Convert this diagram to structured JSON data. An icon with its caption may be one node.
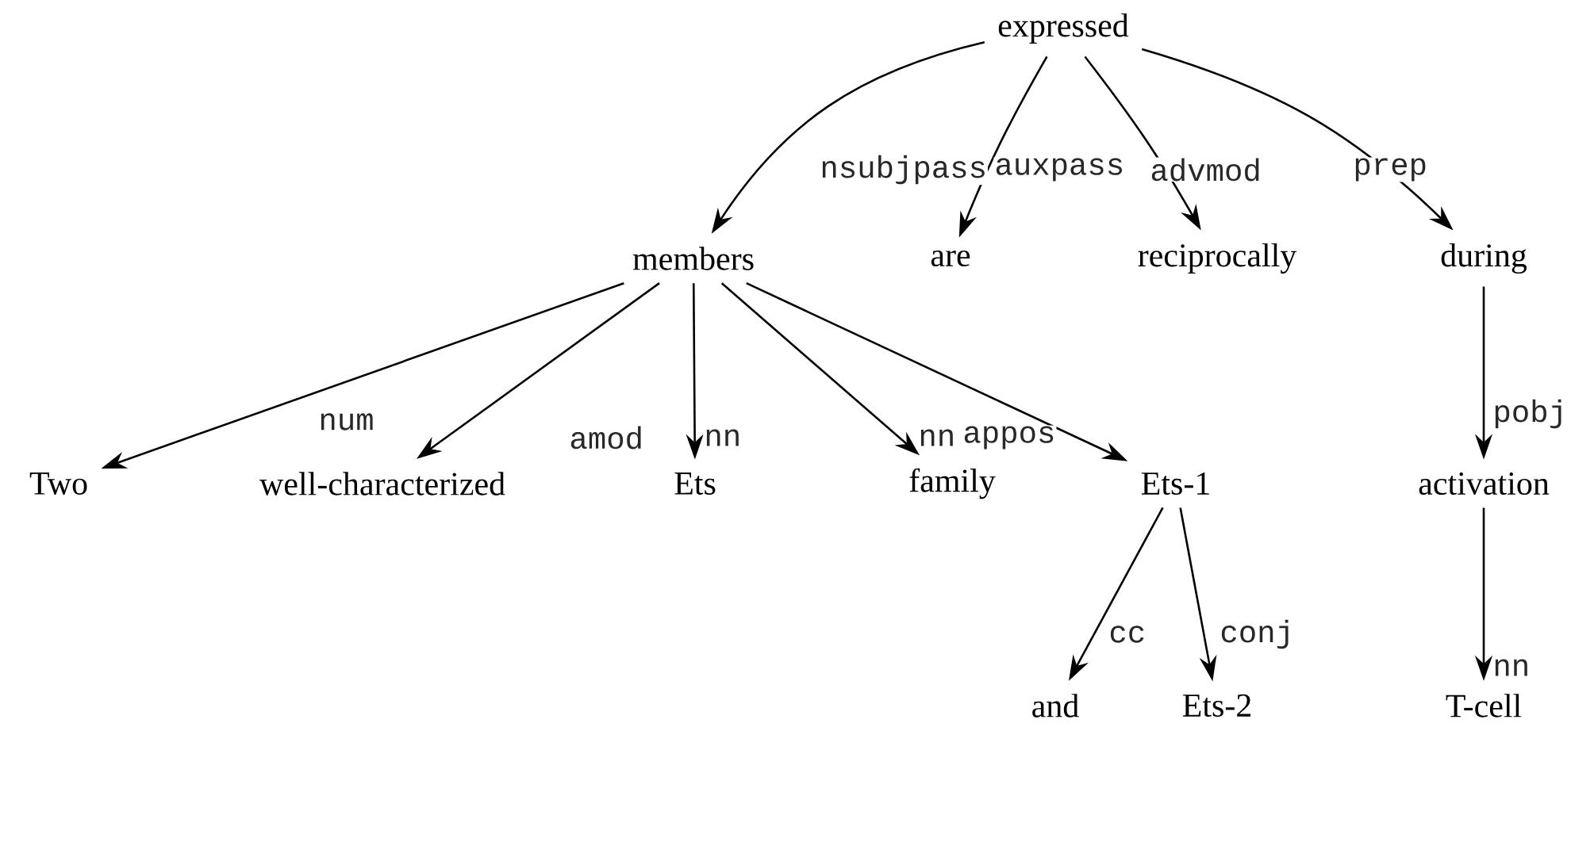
{
  "diagram": {
    "nodes": [
      {
        "text": [
          "expressed"
        ]
      },
      {
        "text": [
          "members"
        ]
      },
      {
        "text": [
          "are"
        ]
      },
      {
        "text": [
          "reciprocally"
        ]
      },
      {
        "text": [
          "during"
        ]
      },
      {
        "text": [
          "Two"
        ]
      },
      {
        "text": [
          "well-characterized"
        ]
      },
      {
        "text": [
          "Ets"
        ]
      },
      {
        "text": [
          "family"
        ]
      },
      {
        "text": [
          "Ets-1"
        ]
      },
      {
        "text": [
          "activation"
        ]
      },
      {
        "text": [
          "and"
        ]
      },
      {
        "text": [
          "Ets-2"
        ]
      },
      {
        "text": [
          "T-cell"
        ]
      }
    ],
    "edges": [
      {
        "from": 0,
        "to": 1,
        "arrow": "to",
        "label": "nsubjpass"
      },
      {
        "from": 0,
        "to": 2,
        "arrow": "to",
        "label": "auxpass"
      },
      {
        "from": 0,
        "to": 3,
        "arrow": "to",
        "label": "advmod"
      },
      {
        "from": 0,
        "to": 4,
        "arrow": "to",
        "label": "prep"
      },
      {
        "from": 1,
        "to": 5,
        "arrow": "to",
        "label": "num"
      },
      {
        "from": 1,
        "to": 6,
        "arrow": "to",
        "label": "amod"
      },
      {
        "from": 1,
        "to": 7,
        "arrow": "to",
        "label": "nn"
      },
      {
        "from": 1,
        "to": 8,
        "arrow": "to",
        "label": "nn"
      },
      {
        "from": 1,
        "to": 9,
        "arrow": "to",
        "label": "appos"
      },
      {
        "from": 4,
        "to": 10,
        "arrow": "to",
        "label": "pobj"
      },
      {
        "from": 9,
        "to": 11,
        "arrow": "to",
        "label": "cc"
      },
      {
        "from": 9,
        "to": 12,
        "arrow": "to",
        "label": "conj"
      },
      {
        "from": 10,
        "to": 13,
        "arrow": "to",
        "label": "nn"
      }
    ]
  }
}
